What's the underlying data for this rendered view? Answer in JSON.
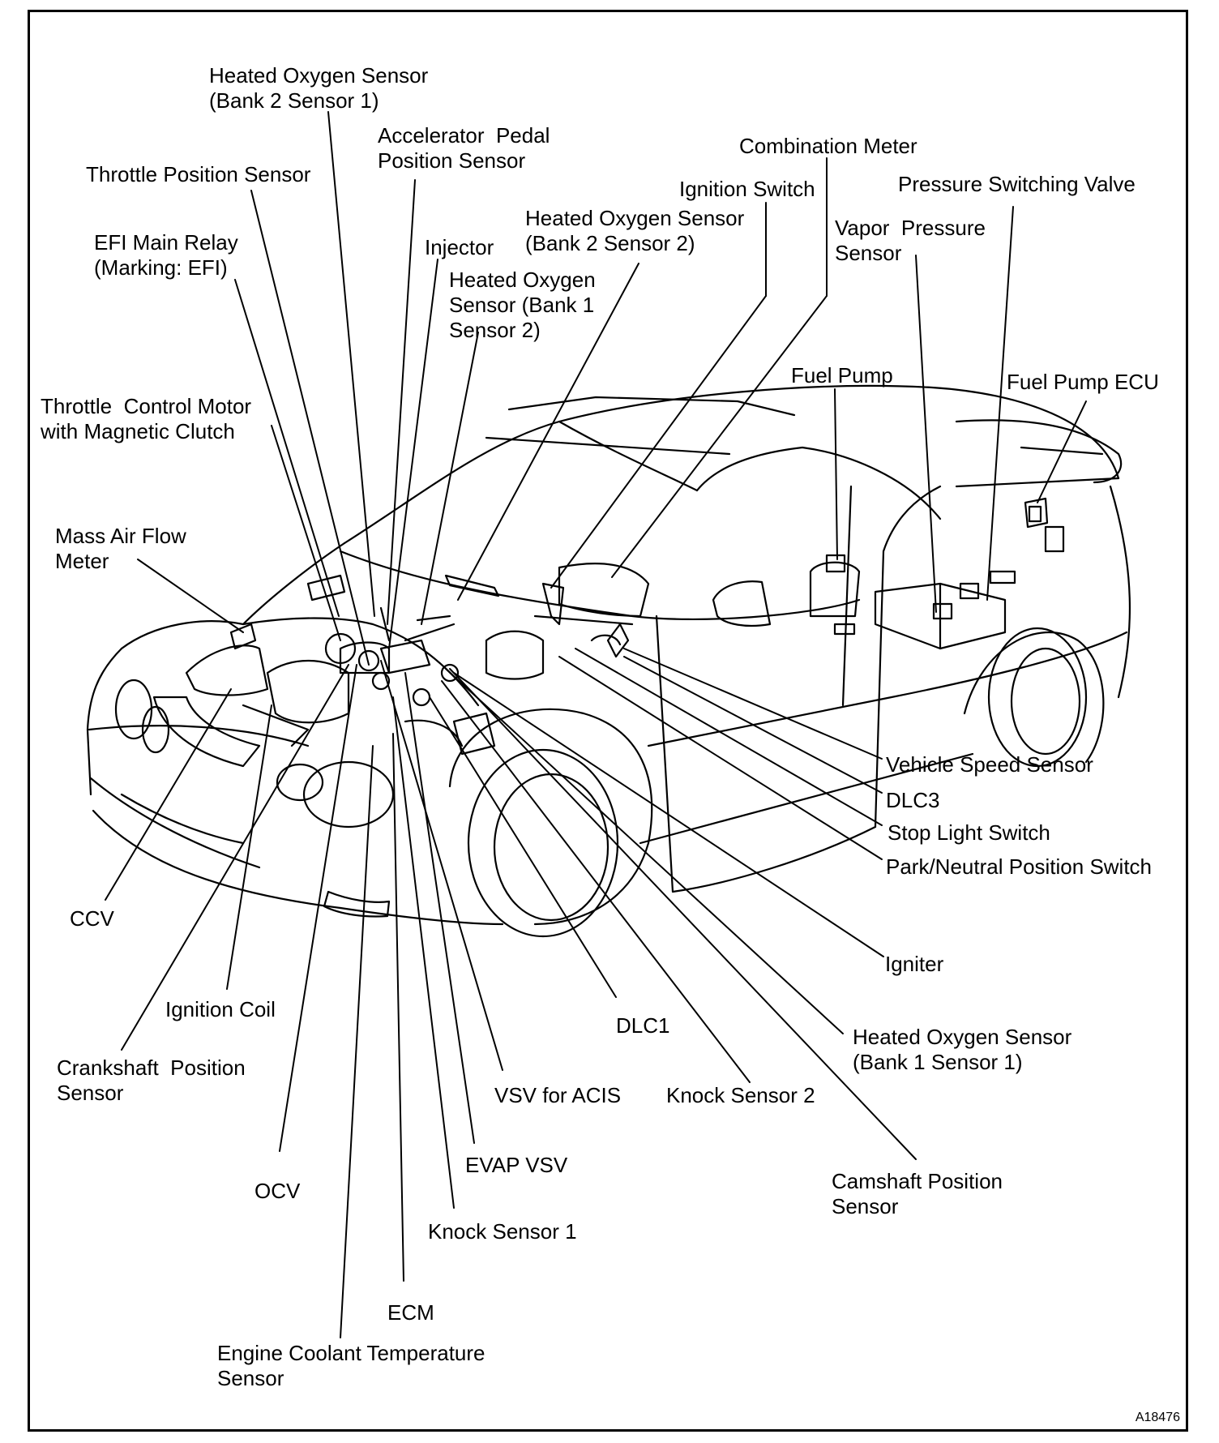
{
  "figure_number": "A18476",
  "labels": {
    "ho2s_b2s1": "Heated Oxygen Sensor\n(Bank 2 Sensor 1)",
    "accel_pedal": "Accelerator  Pedal\nPosition Sensor",
    "combination_meter": "Combination Meter",
    "throttle_position": "Throttle Position Sensor",
    "ignition_switch": "Ignition Switch",
    "pressure_switching_valve": "Pressure Switching Valve",
    "ho2s_b2s2": "Heated Oxygen Sensor\n(Bank 2 Sensor 2)",
    "vapor_pressure": "Vapor  Pressure\nSensor",
    "efi_main_relay": "EFI Main Relay\n(Marking: EFI)",
    "injector": "Injector",
    "ho2s_b1s2": "Heated Oxygen\nSensor (Bank 1\nSensor 2)",
    "fuel_pump": "Fuel Pump",
    "fuel_pump_ecu": "Fuel Pump ECU",
    "throttle_control_motor": "Throttle  Control Motor\nwith Magnetic Clutch",
    "mass_air_flow": "Mass Air Flow\nMeter",
    "vehicle_speed": "Vehicle Speed Sensor",
    "dlc3": "DLC3",
    "stop_light": "Stop Light Switch",
    "park_neutral": "Park/Neutral Position Switch",
    "ccv": "CCV",
    "igniter": "Igniter",
    "ignition_coil": "Ignition Coil",
    "dlc1": "DLC1",
    "ho2s_b1s1": "Heated Oxygen Sensor\n(Bank 1 Sensor 1)",
    "crankshaft": "Crankshaft  Position\nSensor",
    "vsv_acis": "VSV for ACIS",
    "knock_sensor_2": "Knock Sensor 2",
    "evap_vsv": "EVAP VSV",
    "camshaft": "Camshaft Position\nSensor",
    "ocv": "OCV",
    "knock_sensor_1": "Knock Sensor 1",
    "ecm": "ECM",
    "ect": "Engine Coolant Temperature\nSensor"
  }
}
